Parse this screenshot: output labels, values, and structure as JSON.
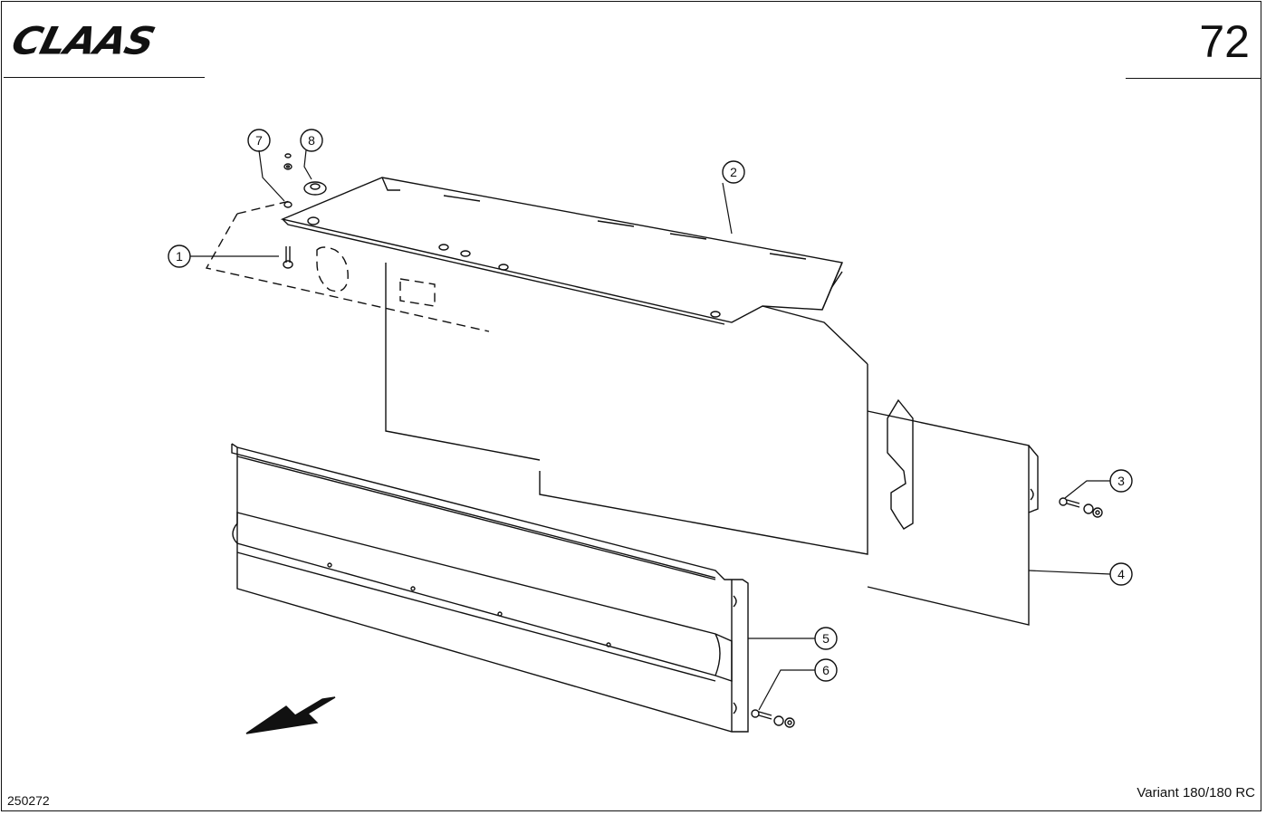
{
  "header": {
    "logo_text": "CLAAS",
    "page_number": "72"
  },
  "footer": {
    "doc_id": "250272",
    "variant": "Variant 180/180 RC"
  },
  "callouts": [
    {
      "id": "1",
      "label": "1"
    },
    {
      "id": "2",
      "label": "2"
    },
    {
      "id": "3",
      "label": "3"
    },
    {
      "id": "4",
      "label": "4"
    },
    {
      "id": "5",
      "label": "5"
    },
    {
      "id": "6",
      "label": "6"
    },
    {
      "id": "7",
      "label": "7"
    },
    {
      "id": "8",
      "label": "8"
    }
  ],
  "colors": {
    "line": "#111111",
    "background": "#ffffff"
  }
}
